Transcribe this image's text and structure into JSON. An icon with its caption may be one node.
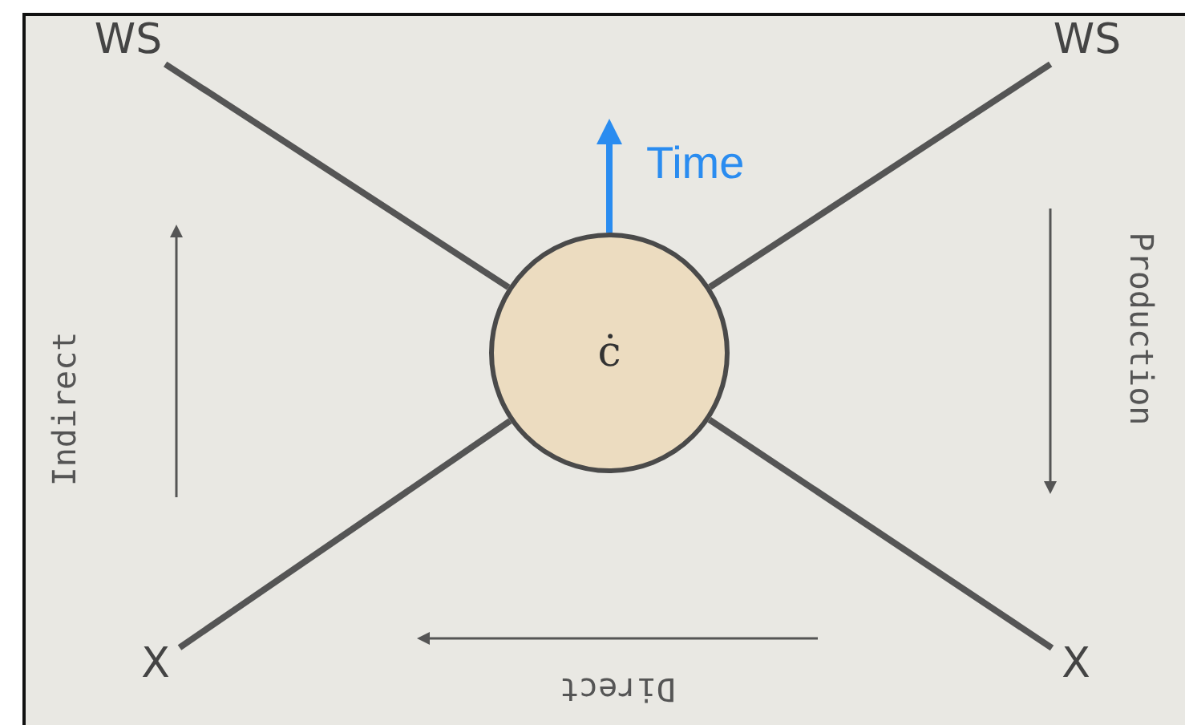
{
  "diagram": {
    "nodes": [
      {
        "text": [
          "ċ"
        ]
      },
      {
        "text": [
          "WS"
        ]
      },
      {
        "text": [
          "WS"
        ]
      },
      {
        "text": [
          "X"
        ]
      },
      {
        "text": [
          "X"
        ]
      }
    ],
    "edges": [
      {
        "from": 1,
        "to": 0,
        "arrow": "none"
      },
      {
        "from": 2,
        "to": 0,
        "arrow": "none"
      },
      {
        "from": 3,
        "to": 0,
        "arrow": "none"
      },
      {
        "from": 4,
        "to": 0,
        "arrow": "none"
      },
      {
        "from": 0,
        "to": null,
        "arrow": "to",
        "label": "Time",
        "color": "#2a8cf0"
      }
    ],
    "labels": [
      "Indirect",
      "Production",
      "Direct"
    ]
  }
}
